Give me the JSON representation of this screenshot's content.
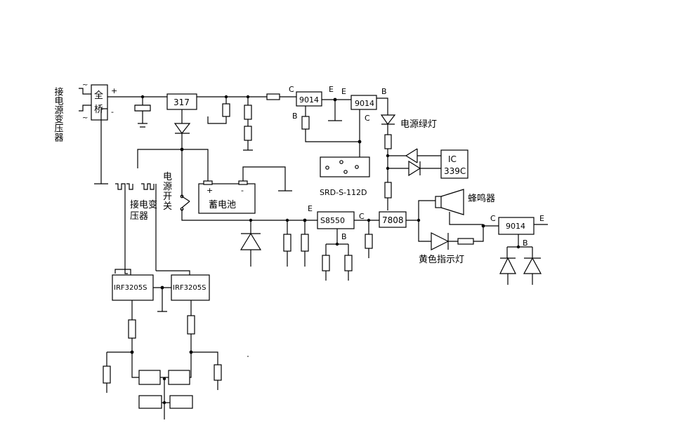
{
  "diagram": {
    "labels": {
      "input_transformer_vertical": "接电源变压器",
      "bridge_top": "全",
      "bridge_bottom": "桥",
      "tilde_top": "~",
      "tilde_bottom": "~",
      "plus": "+",
      "minus": "-",
      "reg_317": "317",
      "c_9014_a": "C",
      "e_9014_a": "E",
      "b_9014_a": "B",
      "t1": "9014",
      "e_9014_b": "E",
      "b_9014_b": "B",
      "c_9014_b": "C",
      "t2": "9014",
      "green_led": "电源绿灯",
      "ic_line1": "IC",
      "ic_line2": "339C",
      "relay": "SRD-S-112D",
      "power_switch_1": "电",
      "power_switch_2": "源",
      "power_switch_3": "开",
      "power_switch_4": "关",
      "battery": "蓄电池",
      "battery_plus": "+",
      "battery_minus": "-",
      "transformer_mid_1": "接电变",
      "transformer_mid_2": "压器",
      "e_s8550": "E",
      "t3": "S8550",
      "c_s8550": "C",
      "b_s8550": "B",
      "reg_7808": "7808",
      "buzzer": "蜂鸣器",
      "yellow_led": "黄色指示灯",
      "c_9014_c": "C",
      "t4": "9014",
      "e_9014_c": "E",
      "b_9014_c": "B",
      "mosfet_1": "IRF3205S",
      "mosfet_2": "IRF3205S"
    }
  }
}
